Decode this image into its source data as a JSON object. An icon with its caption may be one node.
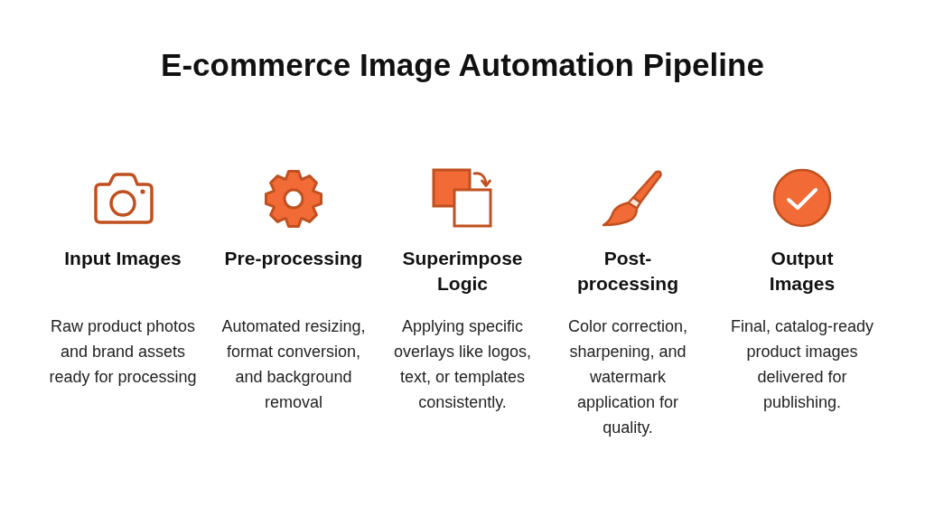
{
  "diagram": {
    "title": "E-commerce Image Automation Pipeline",
    "labels": [
      "Input Images",
      "Raw product photos and brand assets ready for processing",
      "Pre-processing",
      "Automated resizing, format conversion, and background removal",
      "Superimpose Logic",
      "Applying specific overlays like logos, text, or templates consistently.",
      "Post-processing",
      "Color correction, sharpening, and watermark application for quality.",
      "Output Images",
      "Final, catalog-ready product images delivered for publishing."
    ]
  }
}
